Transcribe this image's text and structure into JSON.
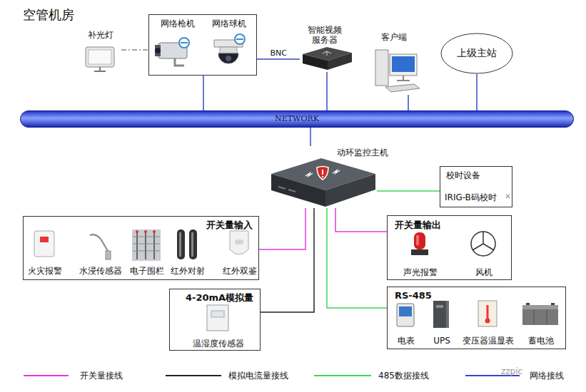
{
  "diagram": {
    "title": "空管机房",
    "nodes": [
      {
        "text": [
          "补光灯"
        ]
      },
      {
        "text": [
          "网络枪机",
          "网络球机"
        ]
      },
      {
        "text": [
          "智能视频 服务器"
        ]
      },
      {
        "text": [
          "客户端"
        ]
      },
      {
        "text": [
          "上级主站"
        ]
      },
      {
        "text": [
          "NETWORK"
        ]
      },
      {
        "text": [
          "动环监控主机"
        ]
      },
      {
        "text": [
          "校时设备",
          "IRIG-B码校时"
        ]
      },
      {
        "text": [
          "开关量输入"
        ]
      },
      {
        "text": [
          "火灾报警"
        ],
        "in": 8
      },
      {
        "text": [
          "水浸传感器"
        ],
        "in": 8
      },
      {
        "text": [
          "电子围栏"
        ],
        "in": 8
      },
      {
        "text": [
          "红外对射"
        ],
        "in": 8
      },
      {
        "text": [
          "红外双鉴"
        ],
        "in": 8
      },
      {
        "text": [
          "开关量输出"
        ]
      },
      {
        "text": [
          "声光报警"
        ],
        "in": 14
      },
      {
        "text": [
          "风机"
        ],
        "in": 14
      },
      {
        "text": [
          "4-20mA模拟量"
        ]
      },
      {
        "text": [
          "温湿度传感器"
        ],
        "in": 17
      },
      {
        "text": [
          "RS-485"
        ]
      },
      {
        "text": [
          "电表"
        ],
        "in": 19
      },
      {
        "text": [
          "UPS"
        ],
        "in": 19
      },
      {
        "text": [
          "变压器温显表"
        ],
        "in": 19
      },
      {
        "text": [
          "蓄电池"
        ],
        "in": 19
      }
    ],
    "edges": [
      {
        "from": 0,
        "to": 1,
        "arrow": "none"
      },
      {
        "from": 1,
        "to": 2,
        "label": "BNC",
        "arrow": "none"
      },
      {
        "from": 1,
        "to": 5,
        "arrow": "none"
      },
      {
        "from": 2,
        "to": 5,
        "arrow": "none"
      },
      {
        "from": 3,
        "to": 5,
        "arrow": "none"
      },
      {
        "from": 4,
        "to": 5,
        "arrow": "none"
      },
      {
        "from": 6,
        "to": 5,
        "arrow": "none"
      },
      {
        "from": 6,
        "to": 7,
        "arrow": "none"
      },
      {
        "from": 6,
        "to": 8,
        "arrow": "none"
      },
      {
        "from": 6,
        "to": 14,
        "arrow": "none"
      },
      {
        "from": 6,
        "to": 17,
        "arrow": "none"
      },
      {
        "from": 6,
        "to": 19,
        "arrow": "none"
      }
    ],
    "labels": [
      "zzpic"
    ],
    "legend": [
      {
        "text": "开关量接线"
      },
      {
        "text": "模拟电流量接线"
      },
      {
        "text": "485数据接线"
      },
      {
        "text": "网络接线"
      }
    ]
  }
}
